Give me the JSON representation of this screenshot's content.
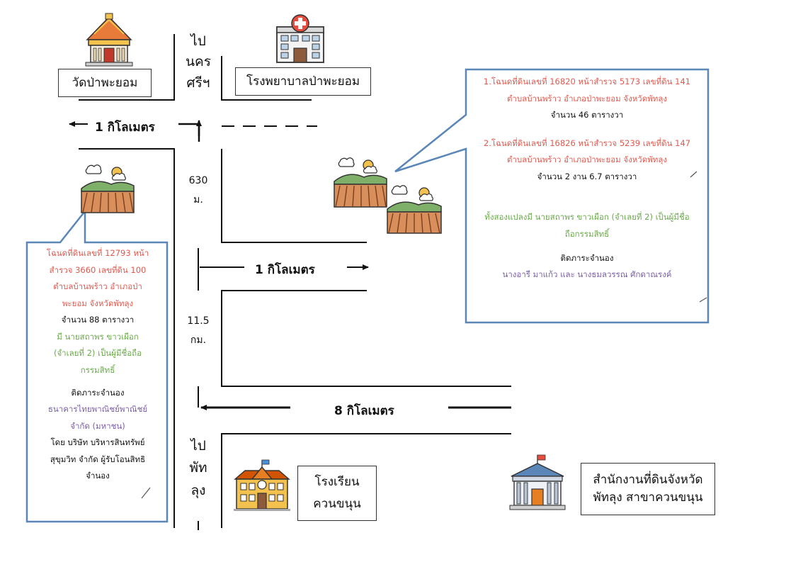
{
  "top": {
    "temple_label": "วัดป่าพะยอม",
    "hospital_label": "โรงพยาบาลป่าพะยอม",
    "to_nakhon": [
      "ไป",
      "นคร",
      "ศรีฯ"
    ]
  },
  "roads": {
    "left_distance": "1 กิโลเมตร",
    "vertical_1": [
      "630",
      "ม."
    ],
    "middle_distance": "1 กิโลเมตร",
    "vertical_2": [
      "11.5",
      "กม."
    ],
    "bottom_distance": "8 กิโลเมตร",
    "to_phatthalung": [
      "ไป",
      "พัท",
      "ลุง"
    ]
  },
  "bottom": {
    "school_label": [
      "โรงเรียน",
      "ควนขนุน"
    ],
    "land_office_label": [
      "สำนักงานที่ดินจังหวัด",
      "พัทลุง สาขาควนขนุน"
    ]
  },
  "callout_left": {
    "line1": "โฉนดที่ดินเลขที่ 12793 หน้า",
    "line2": "สำรวจ 3660 เลขที่ดิน 100",
    "line3": "ตำบลบ้านพร้าว อำเภอป่า",
    "line4": "พะยอม จังหวัดพัทลุง",
    "line5": "จำนวน 88 ตารางวา",
    "line6": "มี นายสถาพร ขาวเผือก",
    "line7": "(จำเลยที่ 2) เป็นผู้มีชื่อถือ",
    "line8": "กรรมสิทธิ์",
    "line9": "ติดภาระจำนอง",
    "line10": "ธนาคารไทยพาณิชย์พาณิชย์",
    "line11": "จำกัด (มหาชน)",
    "line12": "โดย บริษัท บริหารสินทรัพย์",
    "line13": "สุขุมวิท จำกัด ผู้รับโอนสิทธิ",
    "line14": "จำนอง"
  },
  "callout_right": {
    "d1_line1": "1.โฉนดที่ดินเลขที่ 16820 หน้าสำรวจ 5173 เลขที่ดิน 141",
    "d1_line2": "ตำบลบ้านพร้าว อำเภอป่าพะยอม จังหวัดพัทลุง",
    "d1_area": "จำนวน 46 ตารางวา",
    "d2_line1": "2.โฉนดที่ดินเลขที่ 16826 หน้าสำรวจ 5239 เลขที่ดิน 147",
    "d2_line2": "ตำบลบ้านพร้าว อำเภอป่าพะยอม จังหวัดพัทลุง",
    "d2_area": "จำนวน 2 งาน 6.7 ตารางวา",
    "owner_line1": "ทั้งสองแปลงมี นายสถาพร ขาวเผือก (จำเลยที่ 2) เป็นผู้มีชื่อ",
    "owner_line2": "ถือกรรมสิทธิ์",
    "mortgage_label": "ติดภาระจำนอง",
    "mortgagee": "นางอารี มาแก้ว และ นางธมลวรรณ ศักดาณรงค์"
  },
  "colors": {
    "callout_border": "#5b86b8",
    "deed_text": "#e05a4f",
    "owner_text": "#6aaa4a",
    "mortgagee_text": "#7b5ea8"
  },
  "icons": [
    "temple-icon",
    "hospital-icon",
    "farmland-icon",
    "school-icon",
    "land-office-icon"
  ]
}
